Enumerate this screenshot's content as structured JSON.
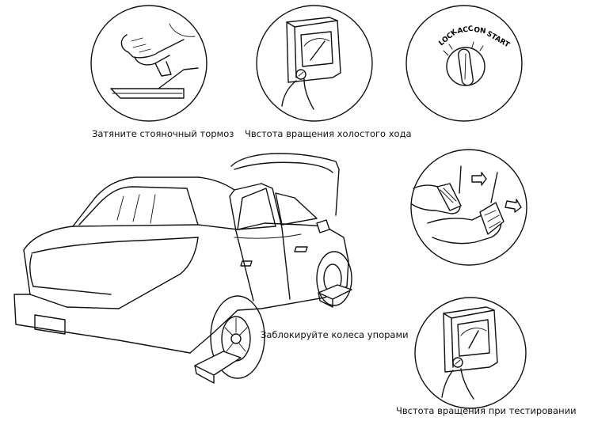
{
  "labels": {
    "parking_brake": "Затяните стояночный тормоз",
    "idle_speed": "Чвстота вращения холостого хода",
    "wheel_chocks": "Заблокируйте колеса упорами",
    "test_speed": "Чвстота вращения при тестировании"
  },
  "ignition_positions": [
    "LOCK",
    "ACC",
    "ON",
    "START"
  ]
}
